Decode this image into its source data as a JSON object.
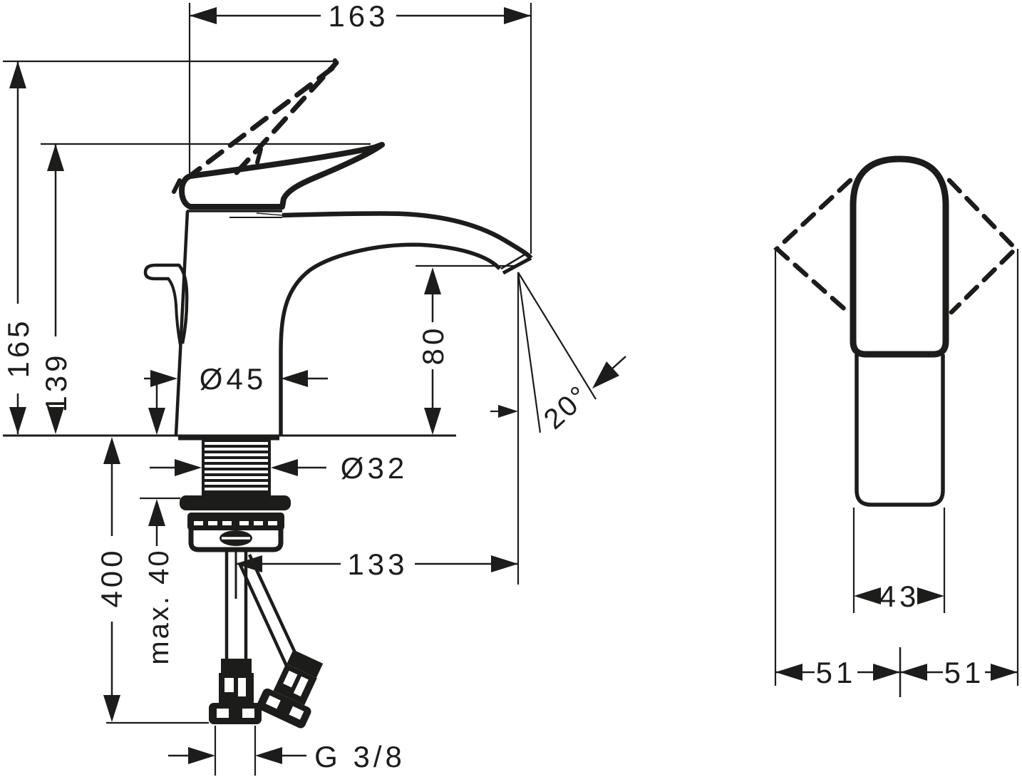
{
  "drawing": {
    "ink_color": "#1c1c1b",
    "background_color": "#ffffff"
  },
  "side_view": {
    "dimensions": {
      "overall_depth": "163",
      "height_handle_open": "165",
      "height_handle_closed": "139",
      "body_diameter": "Ø45",
      "outlet_height": "80",
      "jet_angle": "20°",
      "shank_diameter": "Ø32",
      "hose_length_below": "400",
      "max_mounting_thickness": "max. 40",
      "spout_reach": "133",
      "hose_thread": "G 3/8"
    }
  },
  "front_view": {
    "dimensions": {
      "handle_width": "43",
      "half_width_left": "51",
      "half_width_right": "51"
    }
  }
}
